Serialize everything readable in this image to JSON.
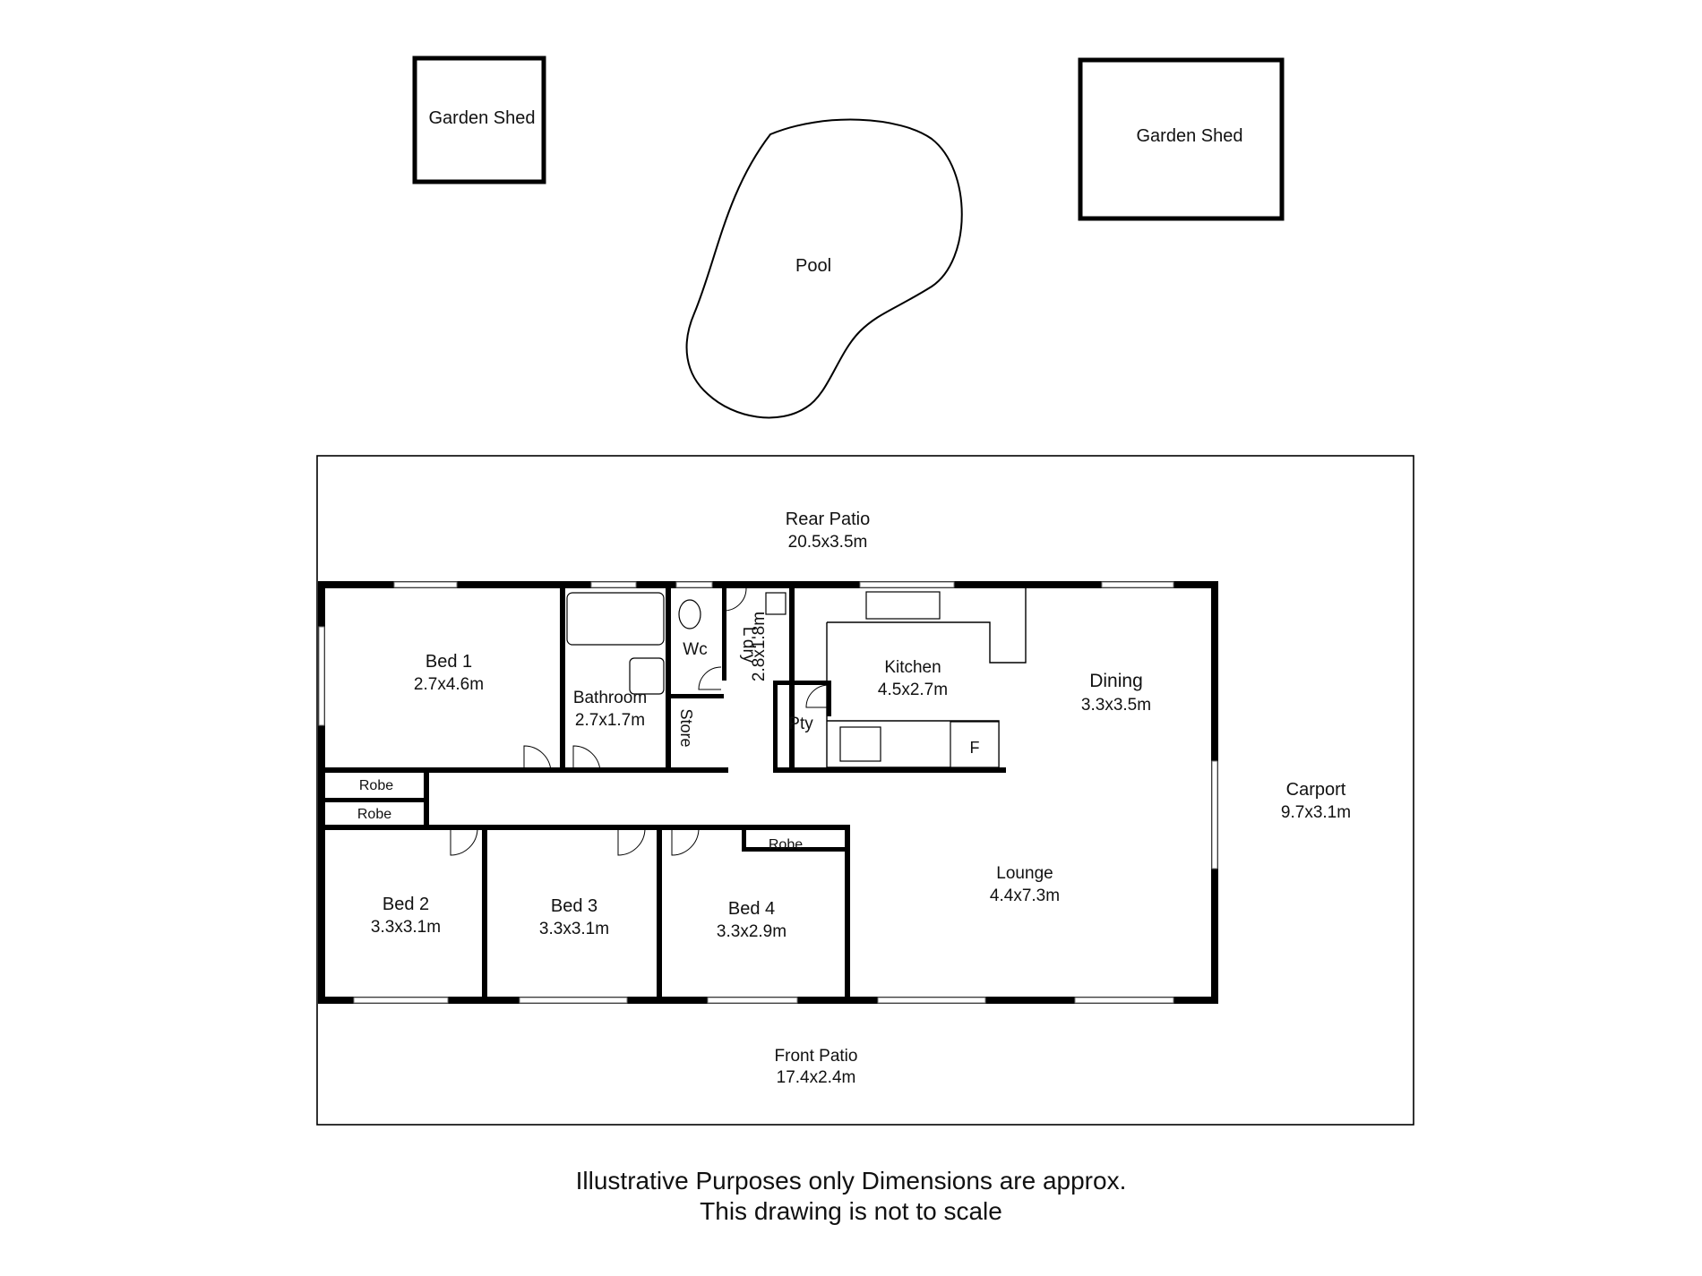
{
  "outbuildings": {
    "shed_left": "Garden Shed",
    "shed_right": "Garden Shed",
    "pool": "Pool"
  },
  "rooms": {
    "rear_patio": {
      "name": "Rear Patio",
      "dims": "20.5x3.5m"
    },
    "front_patio": {
      "name": "Front Patio",
      "dims": "17.4x2.4m"
    },
    "carport": {
      "name": "Carport",
      "dims": "9.7x3.1m"
    },
    "bed1": {
      "name": "Bed 1",
      "dims": "2.7x4.6m"
    },
    "bed2": {
      "name": "Bed 2",
      "dims": "3.3x3.1m"
    },
    "bed3": {
      "name": "Bed 3",
      "dims": "3.3x3.1m"
    },
    "bed4": {
      "name": "Bed 4",
      "dims": "3.3x2.9m"
    },
    "bathroom": {
      "name": "Bathroom",
      "dims": "2.7x1.7m"
    },
    "laundry": {
      "name": "L'dry",
      "dims": "2.8x1.8m"
    },
    "kitchen": {
      "name": "Kitchen",
      "dims": "4.5x2.7m"
    },
    "dining": {
      "name": "Dining",
      "dims": "3.3x3.5m"
    },
    "lounge": {
      "name": "Lounge",
      "dims": "4.4x7.3m"
    },
    "wc": "Wc",
    "store": "Store",
    "pantry": "Pty",
    "fridge": "F",
    "robe1": "Robe",
    "robe2": "Robe",
    "robe3": "Robe"
  },
  "footer": {
    "line1": "Illustrative Purposes only Dimensions are approx.",
    "line2": "This drawing is not to scale"
  }
}
